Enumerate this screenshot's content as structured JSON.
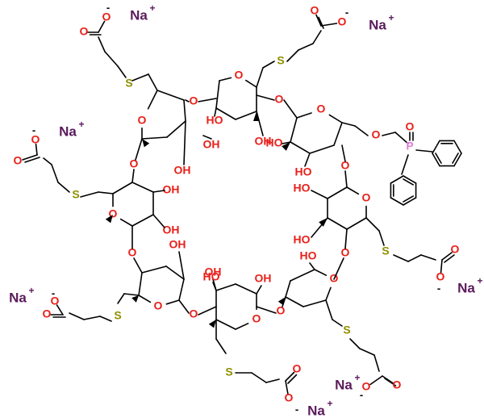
{
  "atoms": {
    "oxygen": "O",
    "hydroxyl": "OH",
    "hydroxyl_left": "HO",
    "sulfur": "S",
    "phosphorus": "P",
    "sodium": "Na",
    "charge_plus": "+",
    "charge_minus": "-"
  },
  "colors": {
    "bond": "#000000",
    "oxygen": "#e8201a",
    "sulfur": "#8f8f00",
    "sodium": "#5a1a5c",
    "phosphorus": "#e080d8"
  }
}
